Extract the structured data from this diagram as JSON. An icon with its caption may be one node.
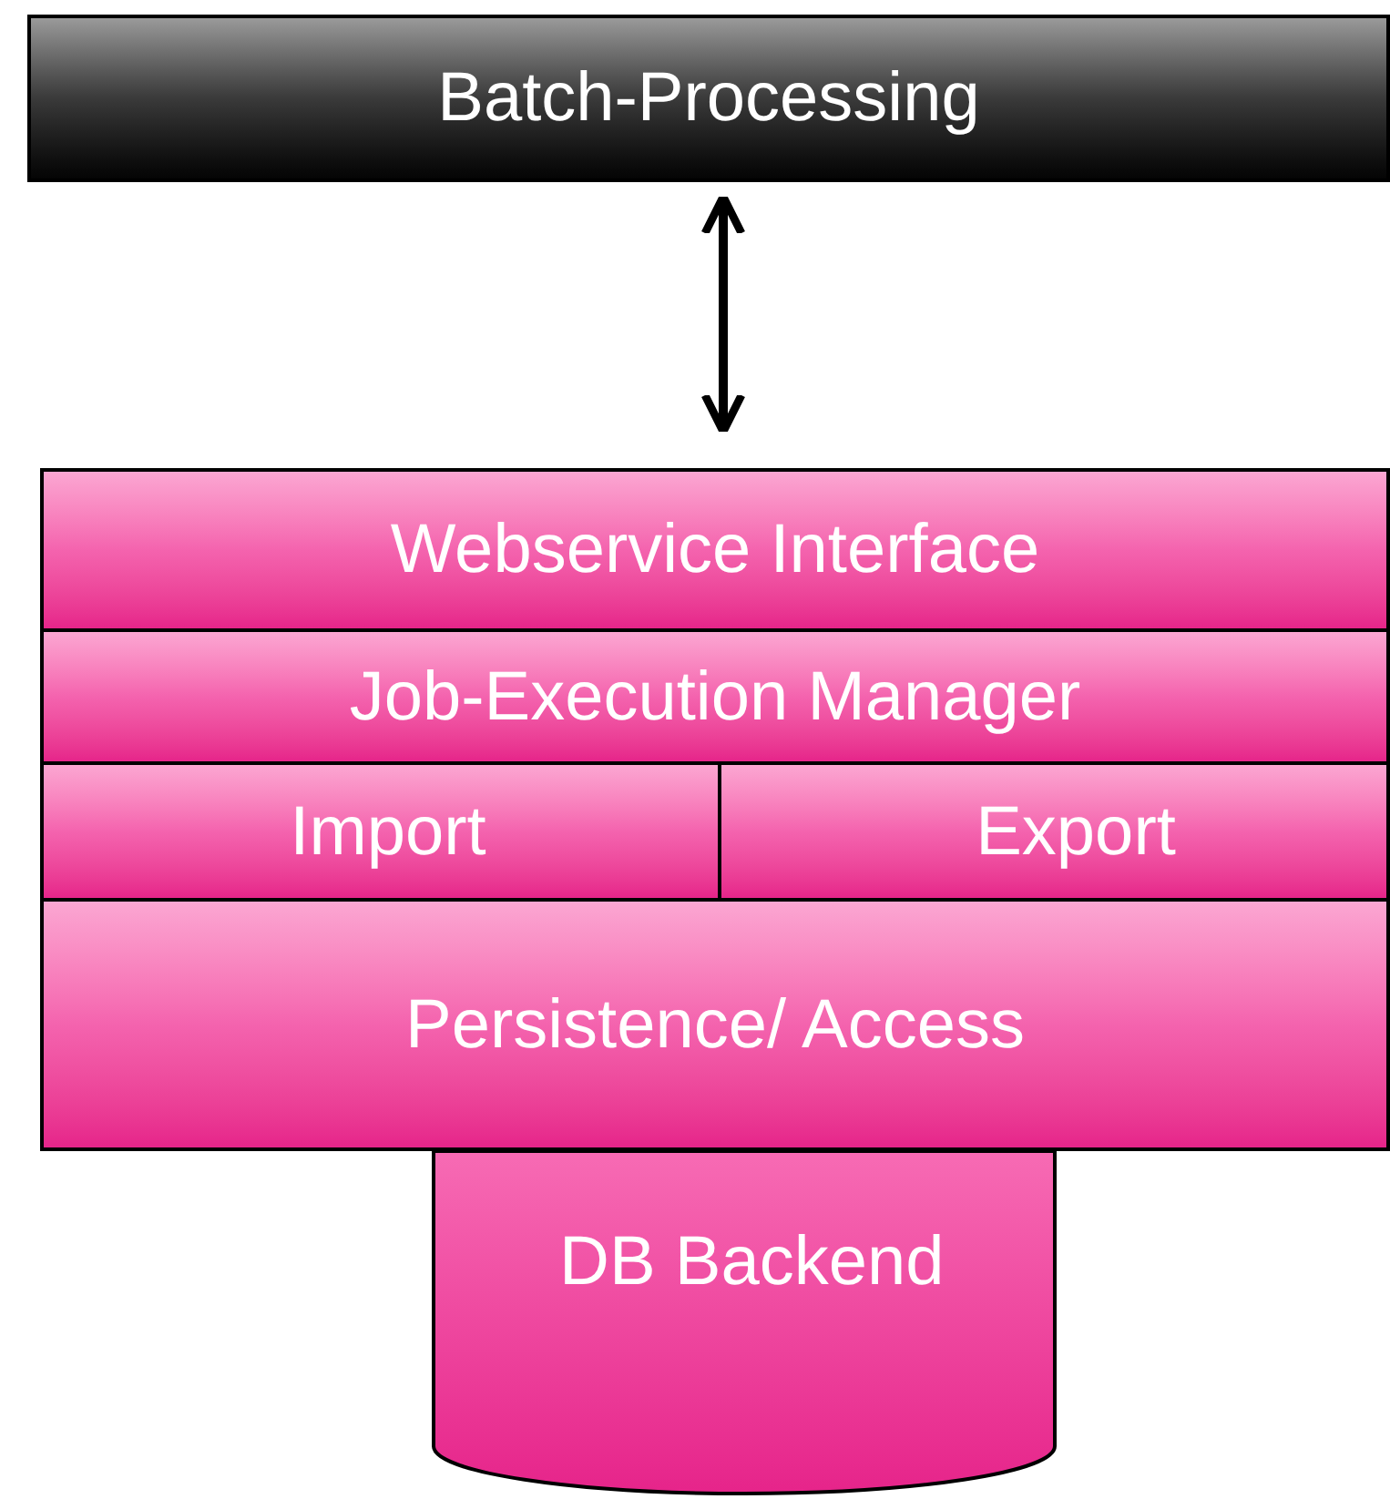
{
  "diagram": {
    "nodes": [
      {
        "text": [
          "Batch-Processing"
        ]
      },
      {
        "text": [
          "Webservice Interface"
        ]
      },
      {
        "text": [
          "Job-Execution Manager"
        ]
      },
      {
        "text": [
          "Import"
        ]
      },
      {
        "text": [
          "Export"
        ]
      },
      {
        "text": [
          "Persistence/ Access"
        ]
      },
      {
        "text": [
          "DB Backend"
        ]
      }
    ],
    "edges": [
      {
        "from": 0,
        "to": 1,
        "arrow": "both"
      }
    ]
  }
}
